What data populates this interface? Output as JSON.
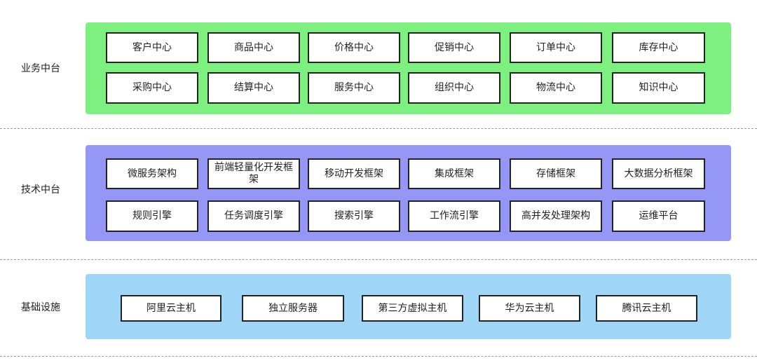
{
  "business": {
    "label": "业务中台",
    "row1": [
      "客户中心",
      "商品中心",
      "价格中心",
      "促销中心",
      "订单中心",
      "库存中心"
    ],
    "row2": [
      "采购中心",
      "结算中心",
      "服务中心",
      "组织中心",
      "物流中心",
      "知识中心"
    ]
  },
  "tech": {
    "label": "技术中台",
    "row1": [
      "微服务架构",
      "前端轻量化开发框架",
      "移动开发框架",
      "集成框架",
      "存储框架",
      "大数据分析框架"
    ],
    "row2": [
      "规则引擎",
      "任务调度引擎",
      "搜索引擎",
      "工作流引擎",
      "高并发处理架构",
      "运维平台"
    ]
  },
  "infra": {
    "label": "基础设施",
    "items": [
      "阿里云主机",
      "独立服务器",
      "第三方虚拟主机",
      "华为云主机",
      "腾讯云主机"
    ]
  },
  "colors": {
    "business": "#7df07f",
    "tech": "#9597f6",
    "infra": "#9fd5f7"
  }
}
